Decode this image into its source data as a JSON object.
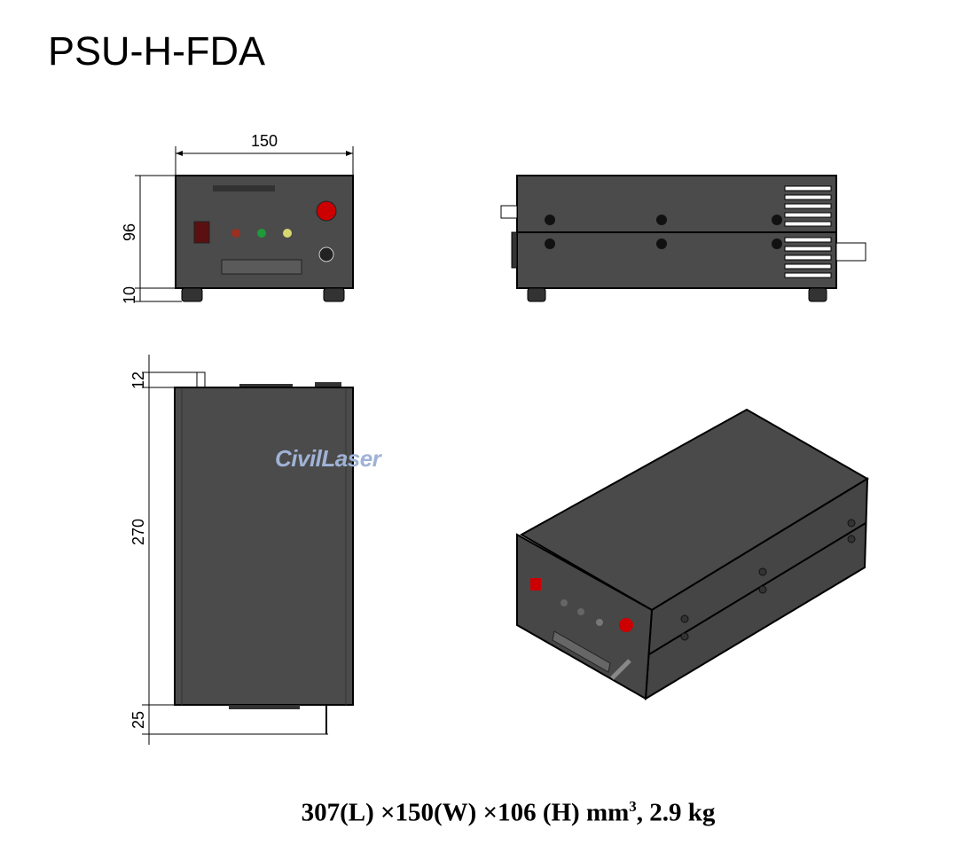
{
  "title": "PSU-H-FDA",
  "watermark": "CivilLaser",
  "caption": {
    "text": "307(L) ×150(W) ×106 (H) mm",
    "sup": "3",
    "tail": ", 2.9 kg"
  },
  "dimensions": {
    "width": "150",
    "height": "96",
    "feet": "10",
    "top_offset": "12",
    "length": "270",
    "rear_offset": "25"
  },
  "colors": {
    "body": "#4b4b4b",
    "outline": "#000000",
    "red_button": "#cc0000",
    "green_led": "#1e9a3a",
    "yellow_led": "#d8d870",
    "watermark": "#9fb3d6"
  }
}
